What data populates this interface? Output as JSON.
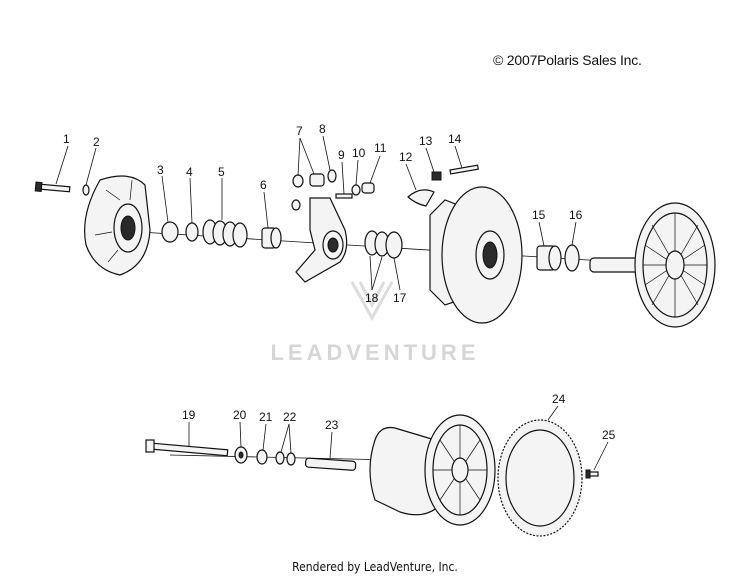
{
  "copyright": "© 2007Polaris Sales Inc.",
  "watermark": "LEADVENTURE",
  "footer": "Rendered by LeadVenture, Inc.",
  "callouts": [
    "1",
    "2",
    "3",
    "4",
    "5",
    "6",
    "7",
    "8",
    "9",
    "10",
    "11",
    "12",
    "13",
    "14",
    "15",
    "16",
    "17",
    "18",
    "19",
    "20",
    "21",
    "22",
    "23",
    "24",
    "25"
  ]
}
